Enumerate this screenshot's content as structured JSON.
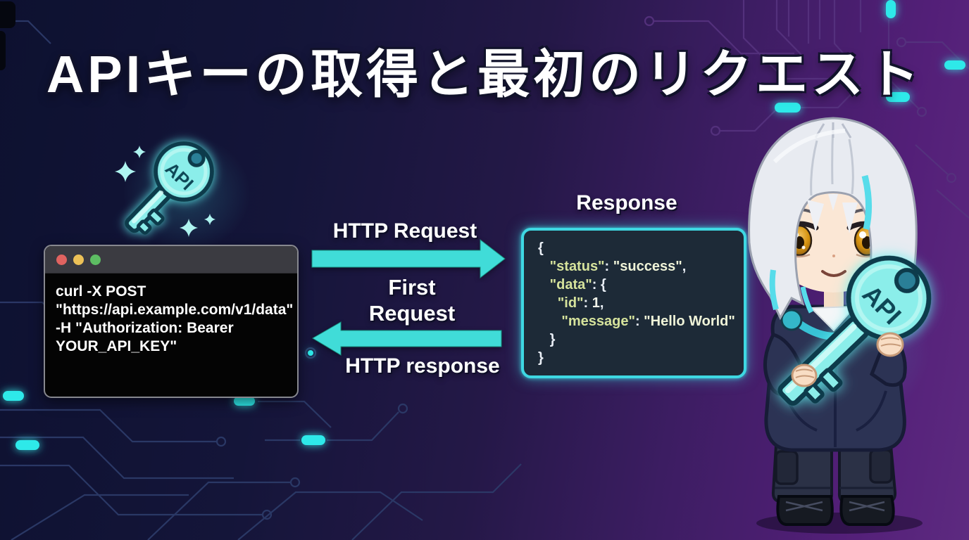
{
  "title": "APIキーの取得と最初のリクエスト",
  "key_icon": {
    "label": "API"
  },
  "terminal": {
    "window_controls": [
      "close",
      "minimize",
      "maximize"
    ],
    "command_lines": [
      "curl -X POST",
      "\"https://api.example.com/v1/data\"",
      "-H \"Authorization: Bearer",
      "YOUR_API_KEY\""
    ]
  },
  "flow": {
    "request_label": "HTTP Request",
    "middle_label": [
      "First",
      "Request"
    ],
    "response_label": "HTTP response"
  },
  "response_panel": {
    "title": "Response",
    "code_lines": [
      {
        "parts": [
          {
            "c": "p",
            "t": "{"
          }
        ]
      },
      {
        "parts": [
          {
            "c": "p",
            "t": "   "
          },
          {
            "c": "k",
            "t": "\"status\""
          },
          {
            "c": "p",
            "t": ": "
          },
          {
            "c": "v",
            "t": "\"success\""
          },
          {
            "c": "p",
            "t": ","
          }
        ]
      },
      {
        "parts": [
          {
            "c": "p",
            "t": "   "
          },
          {
            "c": "k",
            "t": "\"data\""
          },
          {
            "c": "p",
            "t": ": {"
          }
        ]
      },
      {
        "parts": [
          {
            "c": "p",
            "t": "     "
          },
          {
            "c": "k",
            "t": "\"id\""
          },
          {
            "c": "p",
            "t": ": "
          },
          {
            "c": "n",
            "t": "1"
          },
          {
            "c": "p",
            "t": ","
          }
        ]
      },
      {
        "parts": [
          {
            "c": "p",
            "t": "      "
          },
          {
            "c": "k",
            "t": "\"message\""
          },
          {
            "c": "p",
            "t": ": "
          },
          {
            "c": "v",
            "t": "\"Hello World\""
          }
        ]
      },
      {
        "parts": [
          {
            "c": "p",
            "t": "   }"
          }
        ]
      },
      {
        "parts": [
          {
            "c": "p",
            "t": "}"
          }
        ]
      }
    ]
  },
  "character": {
    "held_key_label": "API"
  },
  "colors": {
    "accent_cyan": "#3fdcd8",
    "pill_cyan": "#2ee9e9",
    "bg_navy": "#0d1130",
    "bg_purple": "#5d2a80",
    "trace_navy": "#2c3a68",
    "trace_purple": "#55327e",
    "code_key": "#d6e39c",
    "code_value": "#eff3d8",
    "terminal_dot_red": "#e06360",
    "terminal_dot_yellow": "#ecc157",
    "terminal_dot_green": "#5dbd63",
    "key_fill": "#8beeea",
    "key_outline": "#0e3a4c"
  }
}
